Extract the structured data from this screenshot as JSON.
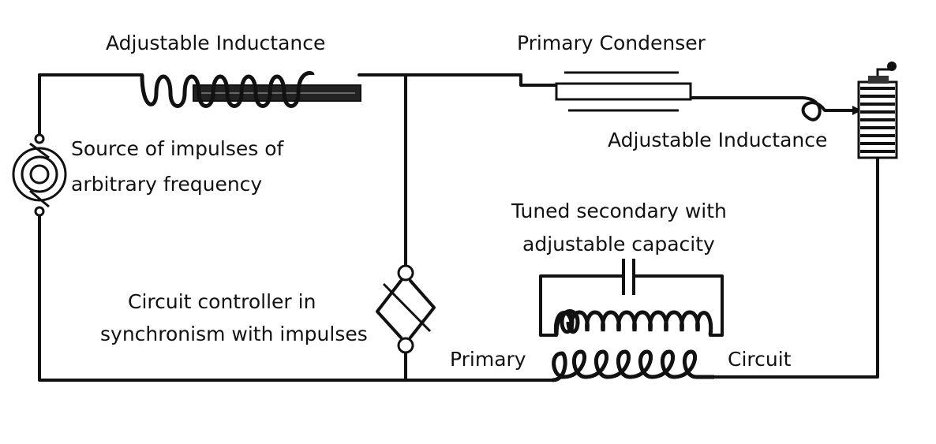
{
  "labels": {
    "adjustable_inductance_top": "Adjustable Inductance",
    "primary_condenser": "Primary Condenser",
    "adjustable_inductance_right": "Adjustable Inductance",
    "source_line1": "Source of impulses of",
    "source_line2": "arbitrary frequency",
    "tuned_line1": "Tuned secondary with",
    "tuned_line2": "adjustable capacity",
    "controller_line1": "Circuit controller in",
    "controller_line2": "synchronism with impulses",
    "primary": "Primary",
    "circuit": "Circuit"
  },
  "colors": {
    "ink": "#111111",
    "paper": "#ffffff"
  }
}
